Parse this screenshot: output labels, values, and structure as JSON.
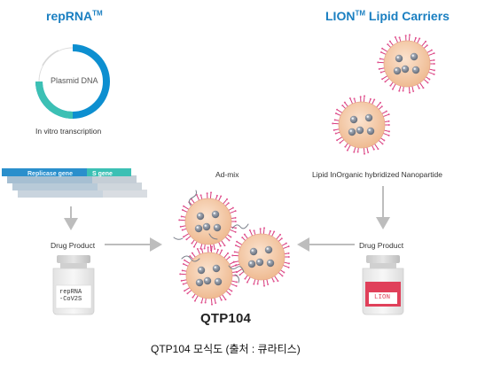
{
  "headings": {
    "left": "repRNA",
    "left_tm": "TM",
    "right_main": "LION",
    "right_tm": "TM",
    "right_rest": "Lipid Carriers"
  },
  "labels": {
    "plasmid": "Plasmid DNA",
    "transcription": "In vitro transcription",
    "admix": "Ad-mix",
    "nanoparticle": "Lipid InOrganic hybridized Nanopartide",
    "drug_product_left": "Drug Product",
    "drug_product_right": "Drug Product",
    "replicase_gene": "Replicase gene",
    "s_gene": "S gene",
    "vial_left_line1": "repRNA",
    "vial_left_line2": "-CoV2S",
    "vial_right": "LION",
    "product_name": "QTP104"
  },
  "caption": "QTP104 모식도 (출처 : 큐라티스)",
  "colors": {
    "heading_blue": "#1a7fc1",
    "teal": "#3cc0b4",
    "ring_blue": "#0d8fd0",
    "nanoparticle_fill": "#f3c9a6",
    "nanoparticle_spikes": "#d63a7c",
    "vial_label_red": "#e0405a",
    "arrow_gray": "#bdbdbd"
  }
}
